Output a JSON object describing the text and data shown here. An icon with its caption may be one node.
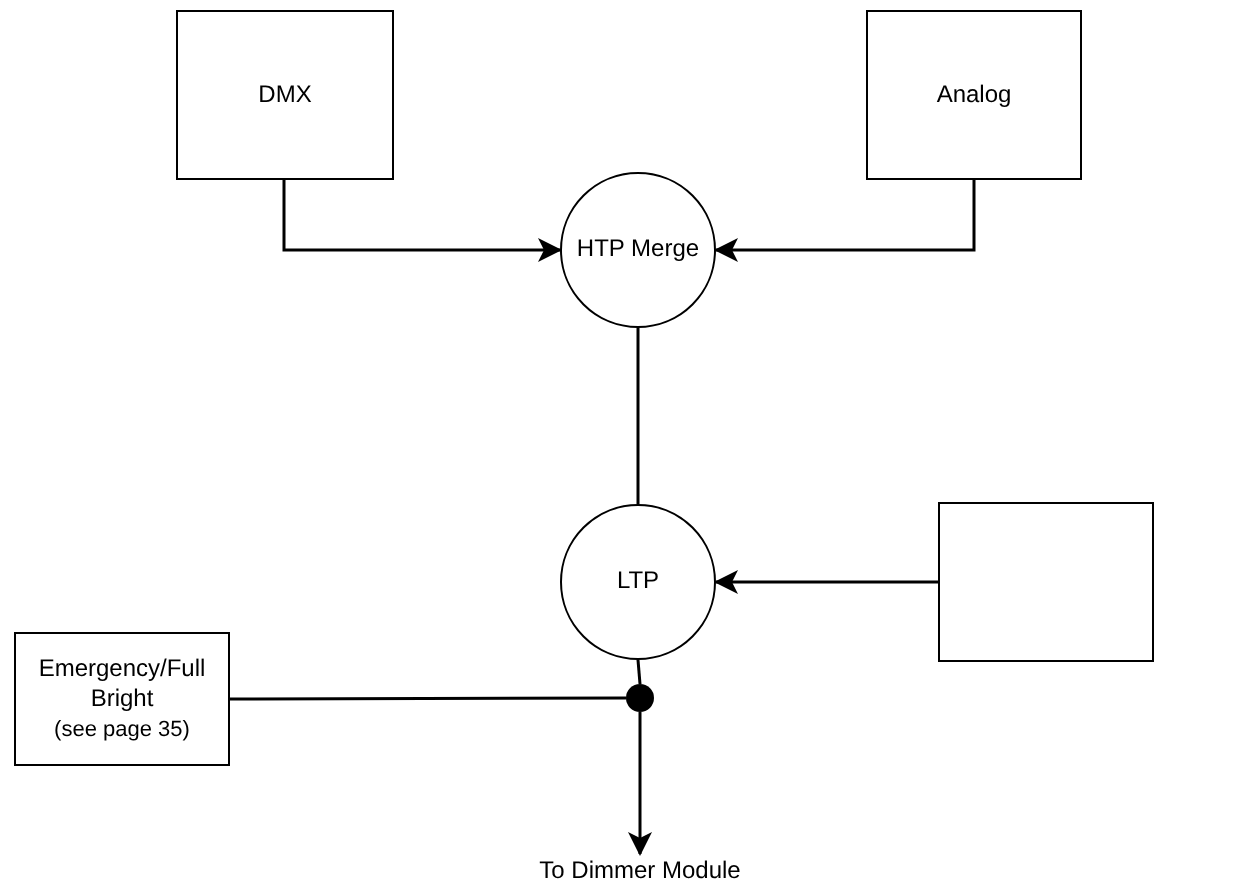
{
  "diagram": {
    "nodes": [
      {
        "text": [
          "DMX"
        ]
      },
      {
        "text": [
          "Analog"
        ]
      },
      {
        "text": [
          "HTP Merge"
        ]
      },
      {
        "text": [
          "LTP"
        ]
      },
      {
        "text": [],
        "shape": "box"
      },
      {
        "text": [
          "Emergency/Full Bright",
          "(see page 35)"
        ]
      },
      {
        "text": [],
        "shape": "circle"
      },
      {
        "text": [
          "To Dimmer Module"
        ]
      }
    ],
    "edges": [
      {
        "from": 0,
        "to": 2,
        "arrow": "to"
      },
      {
        "from": 1,
        "to": 2,
        "arrow": "to"
      },
      {
        "from": 2,
        "to": 3,
        "arrow": "none"
      },
      {
        "from": 4,
        "to": 3,
        "arrow": "to"
      },
      {
        "from": 3,
        "to": 6,
        "arrow": "none"
      },
      {
        "from": 5,
        "to": 6,
        "arrow": "none"
      },
      {
        "from": 6,
        "to": 7,
        "arrow": "to"
      }
    ]
  }
}
